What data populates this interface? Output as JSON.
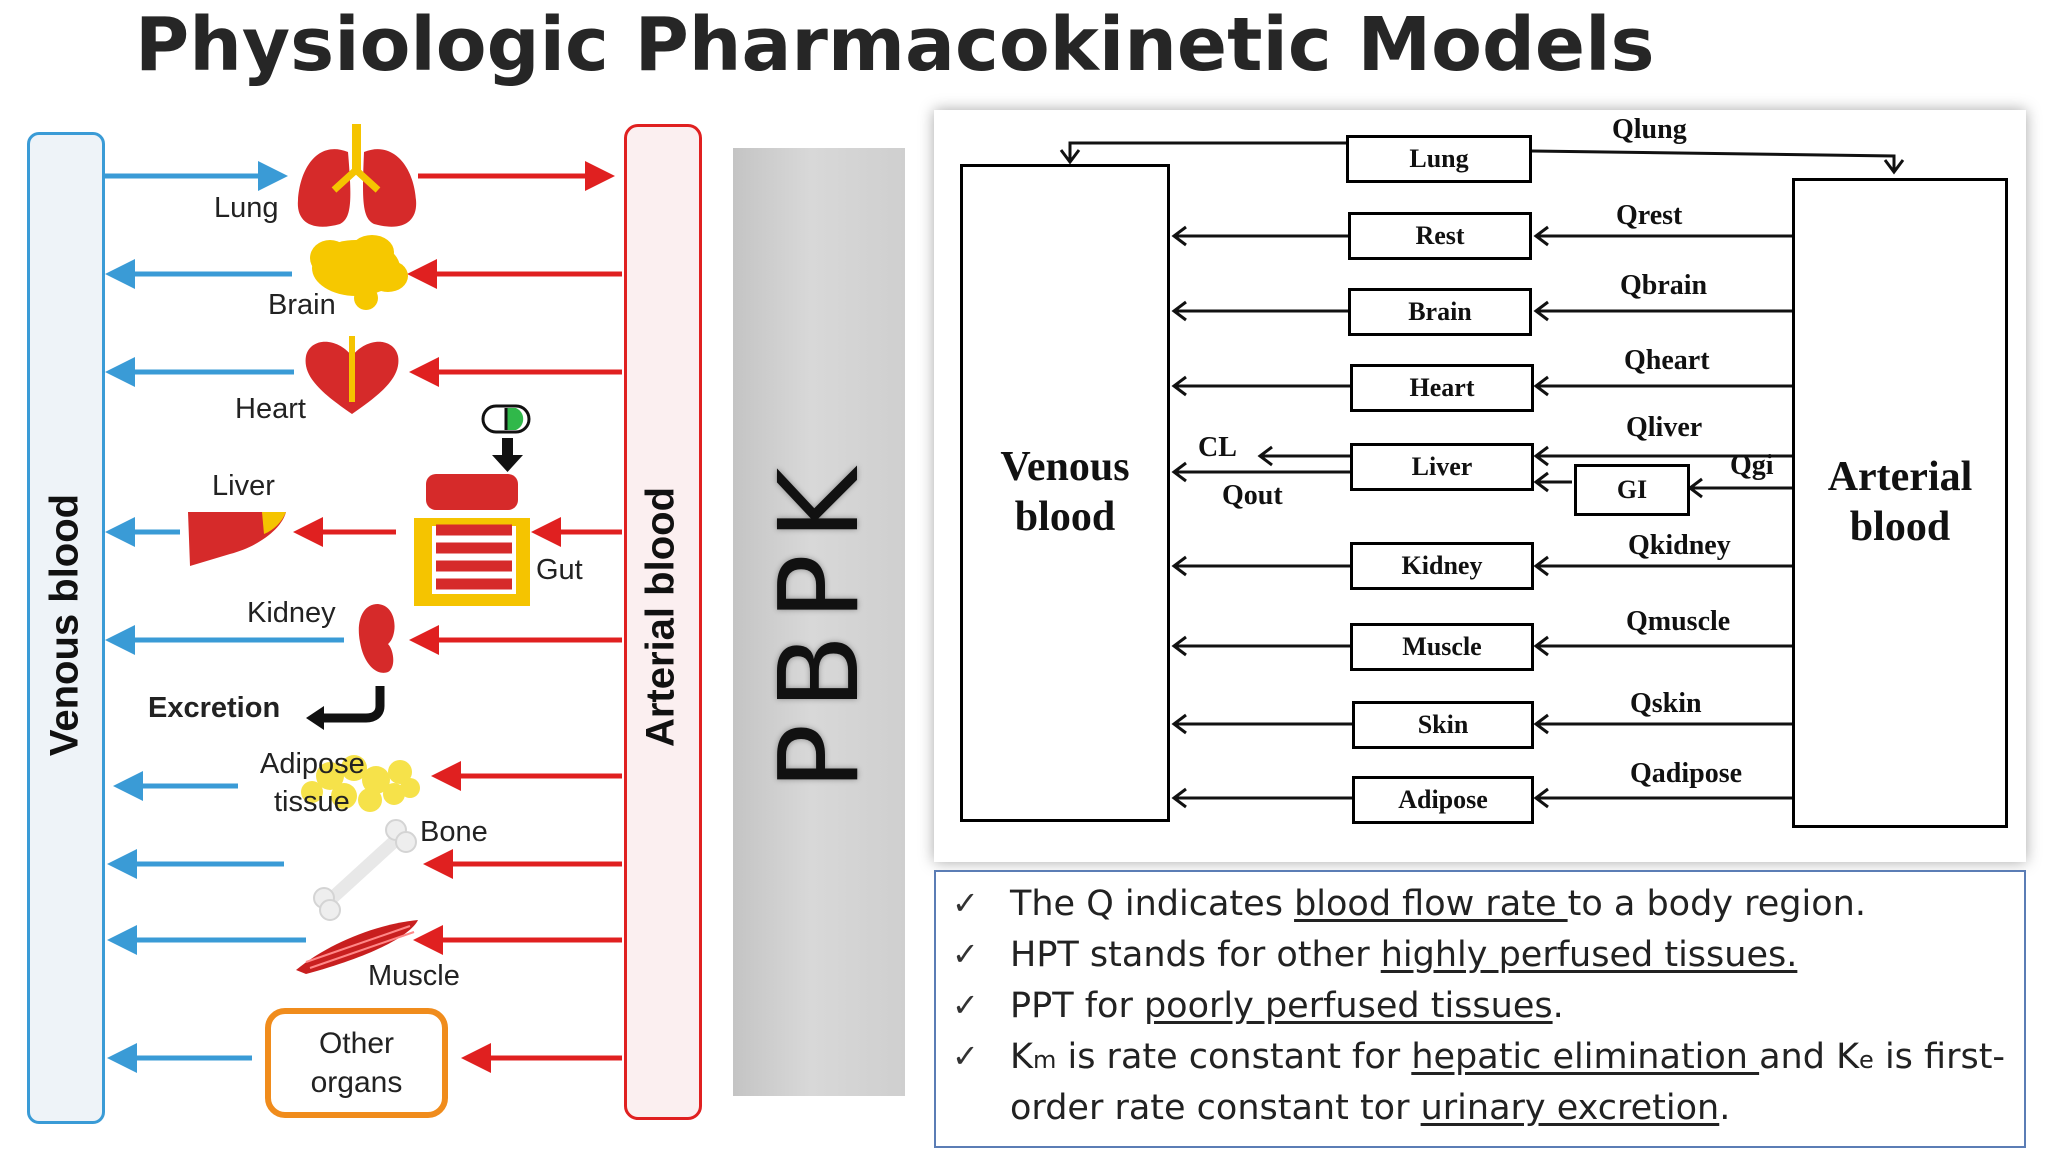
{
  "title": "Physiologic Pharmacokinetic Models",
  "left_diagram": {
    "venous_label": "Venous blood",
    "arterial_label": "Arterial blood",
    "organs": {
      "lung": "Lung",
      "brain": "Brain",
      "heart": "Heart",
      "liver": "Liver",
      "gut": "Gut",
      "kidney": "Kidney",
      "excretion": "Excretion",
      "adipose_line1": "Adipose",
      "adipose_line2": "tissue",
      "bone": "Bone",
      "muscle": "Muscle",
      "other_organs": "Other\norgans"
    },
    "colors": {
      "venous": "#3a9bd6",
      "arterial": "#e02020",
      "other_organs_border": "#f08c1c"
    }
  },
  "pbpk_label": "PBPK",
  "model": {
    "venous_label": "Venous\nblood",
    "arterial_label": "Arterial\nblood",
    "compartments": {
      "lung": "Lung",
      "rest": "Rest",
      "brain": "Brain",
      "heart": "Heart",
      "liver": "Liver",
      "gi": "GI",
      "kidney": "Kidney",
      "muscle": "Muscle",
      "skin": "Skin",
      "adipose": "Adipose"
    },
    "flows": {
      "qlung": "Qlung",
      "qrest": "Qrest",
      "qbrain": "Qbrain",
      "qheart": "Qheart",
      "qliver": "Qliver",
      "qgi": "Qgi",
      "qkidney": "Qkidney",
      "qmuscle": "Qmuscle",
      "qskin": "Qskin",
      "qadipose": "Qadipose",
      "cl": "CL",
      "qout": "Qout"
    }
  },
  "notes": {
    "check": "✓",
    "n1": {
      "a": "The Q indicates ",
      "u": "blood flow rate ",
      "b": "to a body region."
    },
    "n2": {
      "a": "HPT stands for other ",
      "u": "highly perfused tissues."
    },
    "n3": {
      "a": "PPT for ",
      "u": "poorly perfused tissues",
      "b": "."
    },
    "n4": {
      "k1": "K",
      "k1sub": "m",
      "a": " is rate constant for ",
      "u": "hepatic elimination ",
      "b": "and K",
      "k2sub": "e",
      "c": " is first-"
    },
    "n5": {
      "a": "order rate constant tor ",
      "u": "urinary excretion",
      "b": "."
    }
  }
}
